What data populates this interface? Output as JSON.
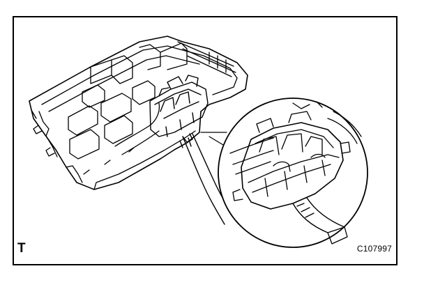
{
  "diagram": {
    "corner_letter": "T",
    "figure_code": "C107997",
    "colors": {
      "line": "#000000",
      "background": "#ffffff"
    },
    "parts": [
      "junction-block",
      "connector",
      "wire-harness",
      "magnified-detail-circle"
    ]
  }
}
